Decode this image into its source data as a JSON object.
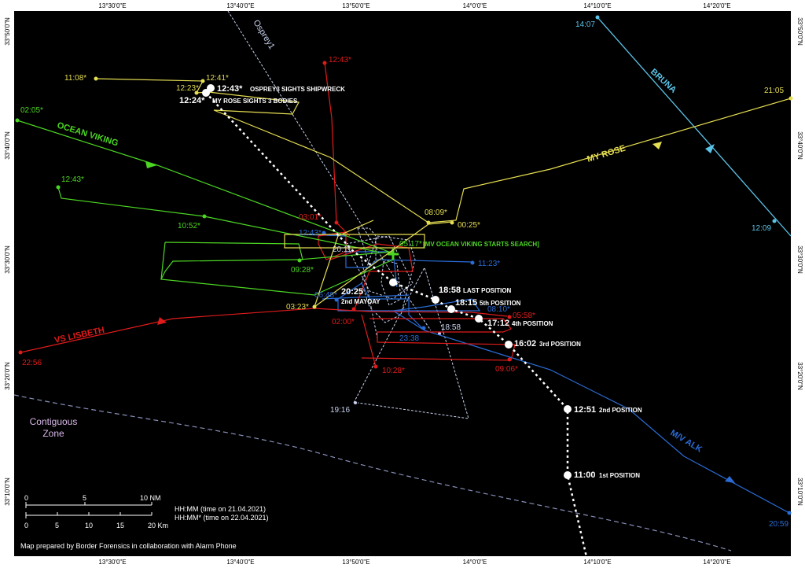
{
  "map": {
    "coords": {
      "top": [
        "13°30'0\"E",
        "13°40'0\"E",
        "13°50'0\"E",
        "14°0'0\"E",
        "14°10'0\"E",
        "14°20'0\"E"
      ],
      "bottom": [
        "13°30'0\"E",
        "13°40'0\"E",
        "13°50'0\"E",
        "14°0'0\"E",
        "14°10'0\"E",
        "14°20'0\"E"
      ],
      "left": [
        "33°50'0\"N",
        "33°40'0\"N",
        "33°30'0\"N",
        "33°20'0\"N",
        "33°10'0\"N"
      ],
      "right": [
        "33°50'0\"N",
        "33°40'0\"N",
        "33°30'0\"N",
        "33°20'0\"N",
        "33°10'0\"N"
      ]
    },
    "vessels": {
      "ocean_viking": "OCEAN VIKING",
      "vs_lisbeth": "VS LISBETH",
      "my_rose": "MY ROSE",
      "bruna": "BRUNA",
      "mv_alk": "M/V ALK",
      "osprey1": "Osprey1"
    },
    "timestamps": {
      "ov_0205": "02:05*",
      "ov_1243": "12:43*",
      "ov_1052": "10:52*",
      "ov_0928": "09:28*",
      "ov_0517": "05:17*",
      "mr_1108": "11:08*",
      "mr_1241": "12:41*",
      "mr_1223": "12:23*",
      "mr_2105": "21:05",
      "mr_0809": "08:09*",
      "mr_0025": "00:25*",
      "mr_0323": "03:23*",
      "vl_1243": "12:43*",
      "vl_0301": "03:01*",
      "vl_2256": "22:56",
      "vl_0200": "02:00*",
      "vl_1028": "10:28*",
      "vl_0558": "05:58*",
      "vl_0906": "09:06*",
      "alk_1243": "12:43*",
      "alk_1123": "11:23*",
      "alk_0648": "06:48*",
      "alk_0810": "08:10*",
      "alk_2338": "23:38",
      "alk_2059": "20:59",
      "os_2011": "20:11",
      "os_1858": "18:58",
      "os_1916": "19:16",
      "br_1407": "14:07",
      "br_1209": "12:09"
    },
    "events": {
      "osprey_sights": "OSPREY3 SIGHTS SHIPWRECK",
      "osprey_time": "12:43*",
      "rose_sights": "MY ROSE SIGHTS 3 BODIES",
      "rose_time": "12:24*",
      "ov_search": "[MV OCEAN VIKING STARTS SEARCH]"
    },
    "positions": [
      {
        "time": "20:25",
        "label": "2nd MAYDAY"
      },
      {
        "time": "18:58",
        "label": "LAST POSITION"
      },
      {
        "time": "18:15",
        "label": "5th POSITION"
      },
      {
        "time": "17:12",
        "label": "4th POSITION"
      },
      {
        "time": "16:02",
        "label": "3rd POSITION"
      },
      {
        "time": "12:51",
        "label": "2nd POSITION"
      },
      {
        "time": "11:00",
        "label": "1st POSITION"
      }
    ],
    "contiguous_zone": {
      "line1": "Contiguous",
      "line2": "Zone"
    },
    "scale": {
      "nm_ticks": [
        "0",
        "5",
        "10 NM"
      ],
      "km_ticks": [
        "0",
        "5",
        "10",
        "15",
        "20 Km"
      ]
    },
    "legend": {
      "line1": "HH:MM (time on 21.04.2021)",
      "line2": "HH:MM* (time on 22.04.2021)"
    },
    "credit": "Map prepared by Border Forensics in collaboration with Alarm Phone",
    "colors": {
      "ocean_viking": "#4cd623",
      "vs_lisbeth": "#e01b1b",
      "my_rose": "#e6de52",
      "bruna": "#5bc3e8",
      "mv_alk": "#2a6cd6",
      "osprey": "#c8d2ee",
      "boat": "#ffffff",
      "contiguous_zone": "#d8b8e8"
    }
  }
}
